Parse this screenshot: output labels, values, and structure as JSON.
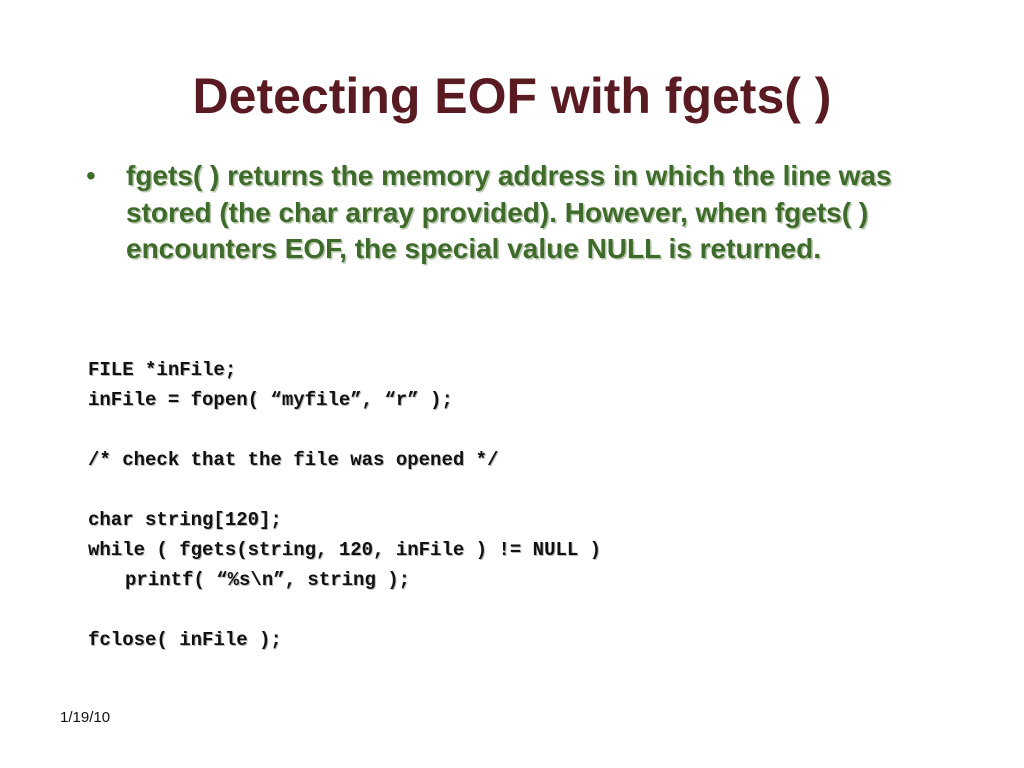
{
  "slide": {
    "title": "Detecting EOF with fgets( )",
    "bullet_marker": "•",
    "bullet_text": "fgets( ) returns the memory address in which the line was stored (the char array provided). However, when fgets( ) encounters EOF, the special value NULL is returned.",
    "code_lines": [
      "FILE *inFile;",
      "inFile = fopen( “myfile”, “r” );",
      "",
      "/* check that the file was opened */",
      "",
      "char string[120];",
      "while ( fgets(string, 120, inFile ) != NULL )",
      "printf( “%s\\n”, string );",
      "",
      "fclose( inFile );"
    ],
    "footer_date": "1/19/10"
  },
  "colors": {
    "title": "#5a1a22",
    "bullet_text": "#3e6b2a",
    "code_text": "#111111",
    "background": "#ffffff"
  }
}
